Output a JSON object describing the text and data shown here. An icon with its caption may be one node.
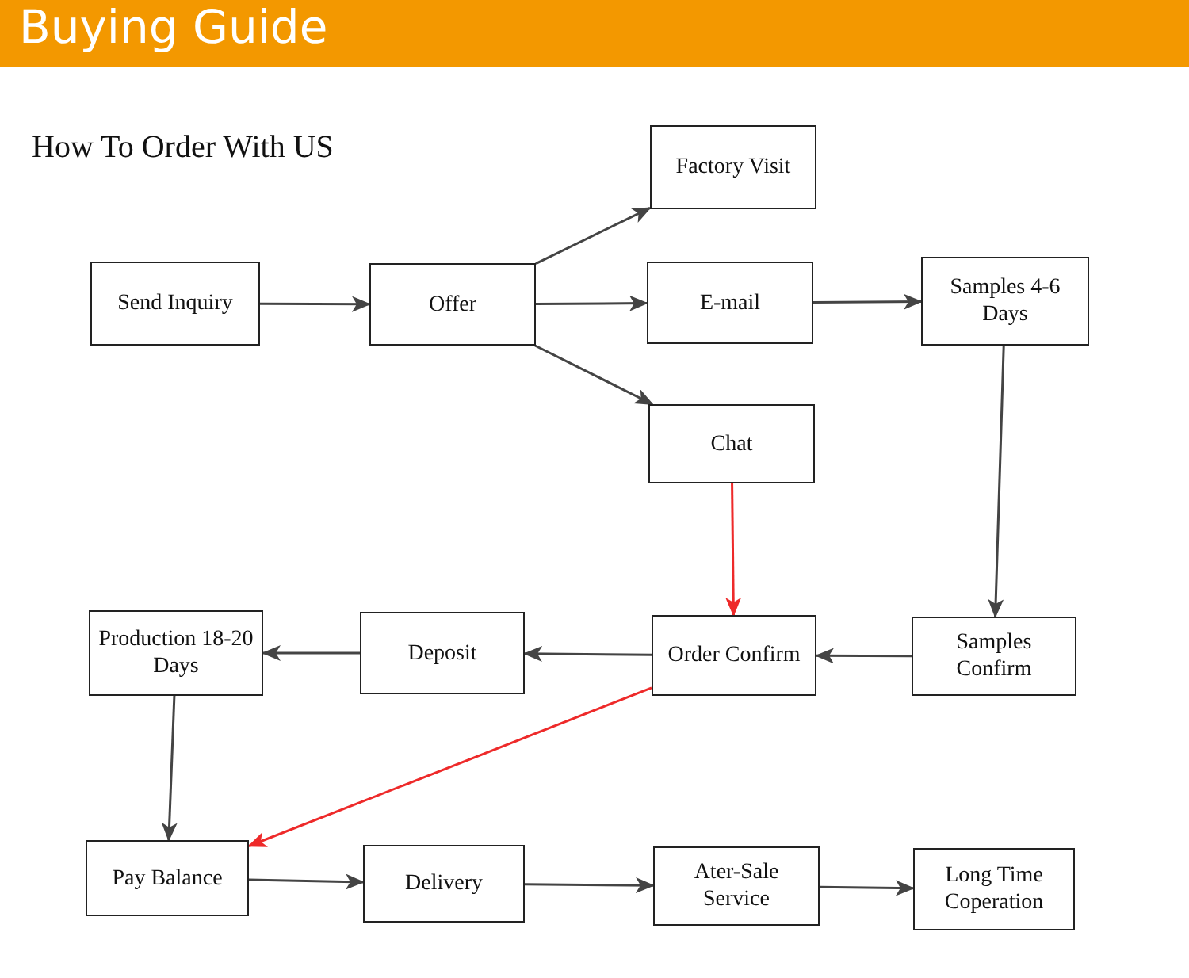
{
  "diagram": {
    "title": "How To Order With US",
    "nodes": [
      {
        "text": [
          "Send Inquiry"
        ]
      },
      {
        "text": [
          "Offer"
        ]
      },
      {
        "text": [
          "Factory Visit"
        ]
      },
      {
        "text": [
          "E-mail"
        ]
      },
      {
        "text": [
          "Chat"
        ]
      },
      {
        "text": [
          "Samples 4-6 Days"
        ]
      },
      {
        "text": [
          "Samples Confirm"
        ]
      },
      {
        "text": [
          "Order Confirm"
        ]
      },
      {
        "text": [
          "Deposit"
        ]
      },
      {
        "text": [
          "Production 18-20 Days"
        ]
      },
      {
        "text": [
          "Pay Balance"
        ]
      },
      {
        "text": [
          "Delivery"
        ]
      },
      {
        "text": [
          "Ater-Sale Service"
        ]
      },
      {
        "text": [
          "Long Time Coperation"
        ]
      }
    ],
    "edges": [
      {
        "from": 0,
        "to": 1,
        "arrow": "to"
      },
      {
        "from": 1,
        "to": 2,
        "arrow": "to"
      },
      {
        "from": 1,
        "to": 3,
        "arrow": "to"
      },
      {
        "from": 1,
        "to": 4,
        "arrow": "to"
      },
      {
        "from": 3,
        "to": 5,
        "arrow": "to"
      },
      {
        "from": 5,
        "to": 6,
        "arrow": "to"
      },
      {
        "from": 4,
        "to": 7,
        "arrow": "to",
        "color": "#ee2a2a"
      },
      {
        "from": 6,
        "to": 7,
        "arrow": "to"
      },
      {
        "from": 7,
        "to": 8,
        "arrow": "to"
      },
      {
        "from": 8,
        "to": 9,
        "arrow": "to"
      },
      {
        "from": 9,
        "to": 10,
        "arrow": "to"
      },
      {
        "from": 7,
        "to": 10,
        "arrow": "to",
        "color": "#ee2a2a"
      },
      {
        "from": 10,
        "to": 11,
        "arrow": "to"
      },
      {
        "from": 11,
        "to": 12,
        "arrow": "to"
      },
      {
        "from": 12,
        "to": 13,
        "arrow": "to"
      }
    ],
    "labels": [
      "Buying Guide"
    ]
  }
}
